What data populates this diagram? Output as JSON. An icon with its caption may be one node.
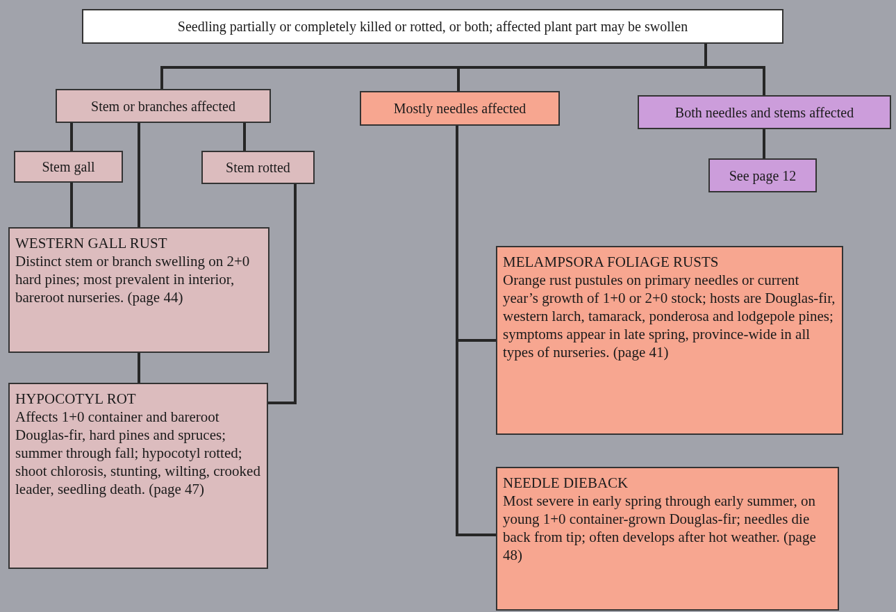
{
  "diagram": {
    "nodes": [
      {
        "text": [
          "Seedling partially or completely killed or rotted, or both; affected plant part may be swollen"
        ]
      },
      {
        "text": [
          "Stem or branches affected"
        ]
      },
      {
        "text": [
          "Mostly needles affected"
        ]
      },
      {
        "text": [
          "Both needles and stems affected"
        ]
      },
      {
        "text": [
          "Stem gall"
        ]
      },
      {
        "text": [
          "Stem rotted"
        ]
      },
      {
        "text": [
          "WESTERN GALL RUST",
          "Distinct stem or branch swelling on 2+0 hard pines; most prevalent in interior, bareroot nurseries. (page 44)"
        ]
      },
      {
        "text": [
          "HYPOCOTYL ROT",
          "Affects 1+0 container and bareroot Douglas-fir, hard pines and spruces; summer through fall; hypocotyl rotted; shoot chlorosis, stunting, wilting, crooked leader, seedling death. (page 47)"
        ]
      },
      {
        "text": [
          "See page 12"
        ]
      },
      {
        "text": [
          "MELAMPSORA FOLIAGE RUSTS",
          "Orange rust pustules on primary needles or current year’s growth of 1+0 or 2+0 stock; hosts are Douglas-fir, western larch, tamarack, ponderosa and lodgepole pines; symptoms appear in late spring, province-wide in all types of nurseries. (page 41)"
        ]
      },
      {
        "text": [
          "NEEDLE DIEBACK",
          "Most severe in early spring through early summer, on young 1+0 container-grown Douglas-fir; needles die back from tip; often develops after hot weather. (page 48)"
        ]
      }
    ],
    "edges": [
      {
        "from": 0,
        "to": 1,
        "arrow": "none"
      },
      {
        "from": 0,
        "to": 2,
        "arrow": "none"
      },
      {
        "from": 0,
        "to": 3,
        "arrow": "none"
      },
      {
        "from": 1,
        "to": 4,
        "arrow": "none"
      },
      {
        "from": 1,
        "to": 6,
        "arrow": "none"
      },
      {
        "from": 1,
        "to": 5,
        "arrow": "none"
      },
      {
        "from": 4,
        "to": 6,
        "arrow": "none"
      },
      {
        "from": 6,
        "to": 7,
        "arrow": "none"
      },
      {
        "from": 5,
        "to": 7,
        "arrow": "none"
      },
      {
        "from": 2,
        "to": 9,
        "arrow": "none"
      },
      {
        "from": 2,
        "to": 10,
        "arrow": "none"
      },
      {
        "from": 3,
        "to": 8,
        "arrow": "none"
      }
    ]
  }
}
